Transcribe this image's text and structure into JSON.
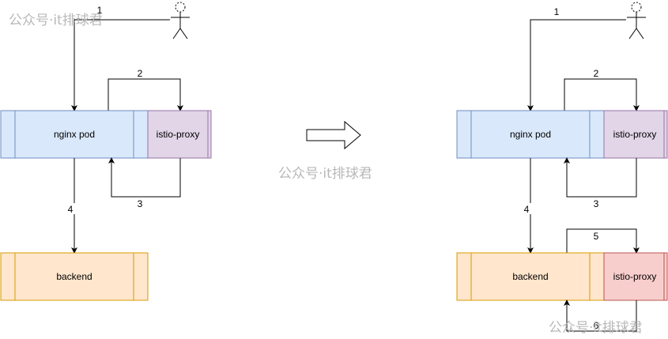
{
  "watermark": "公众号·it排球君",
  "left": {
    "pod": "nginx pod",
    "sidecar": "istio-proxy",
    "backend": "backend",
    "edges": [
      "1",
      "2",
      "3",
      "4"
    ]
  },
  "right": {
    "pod": "nginx pod",
    "sidecar": "istio-proxy",
    "backend": "backend",
    "backend_sidecar": "istio-proxy",
    "edges": [
      "1",
      "2",
      "3",
      "4",
      "5",
      "6"
    ]
  },
  "colors": {
    "pod_fill": "#dae8fc",
    "pod_stroke": "#6c8ebf",
    "proxy_fill": "#e1d5e7",
    "proxy_stroke": "#9673a6",
    "backend_fill": "#ffe6cc",
    "backend_stroke": "#d79b00",
    "backend_proxy_fill": "#f8cecc",
    "backend_proxy_stroke": "#b85450"
  }
}
